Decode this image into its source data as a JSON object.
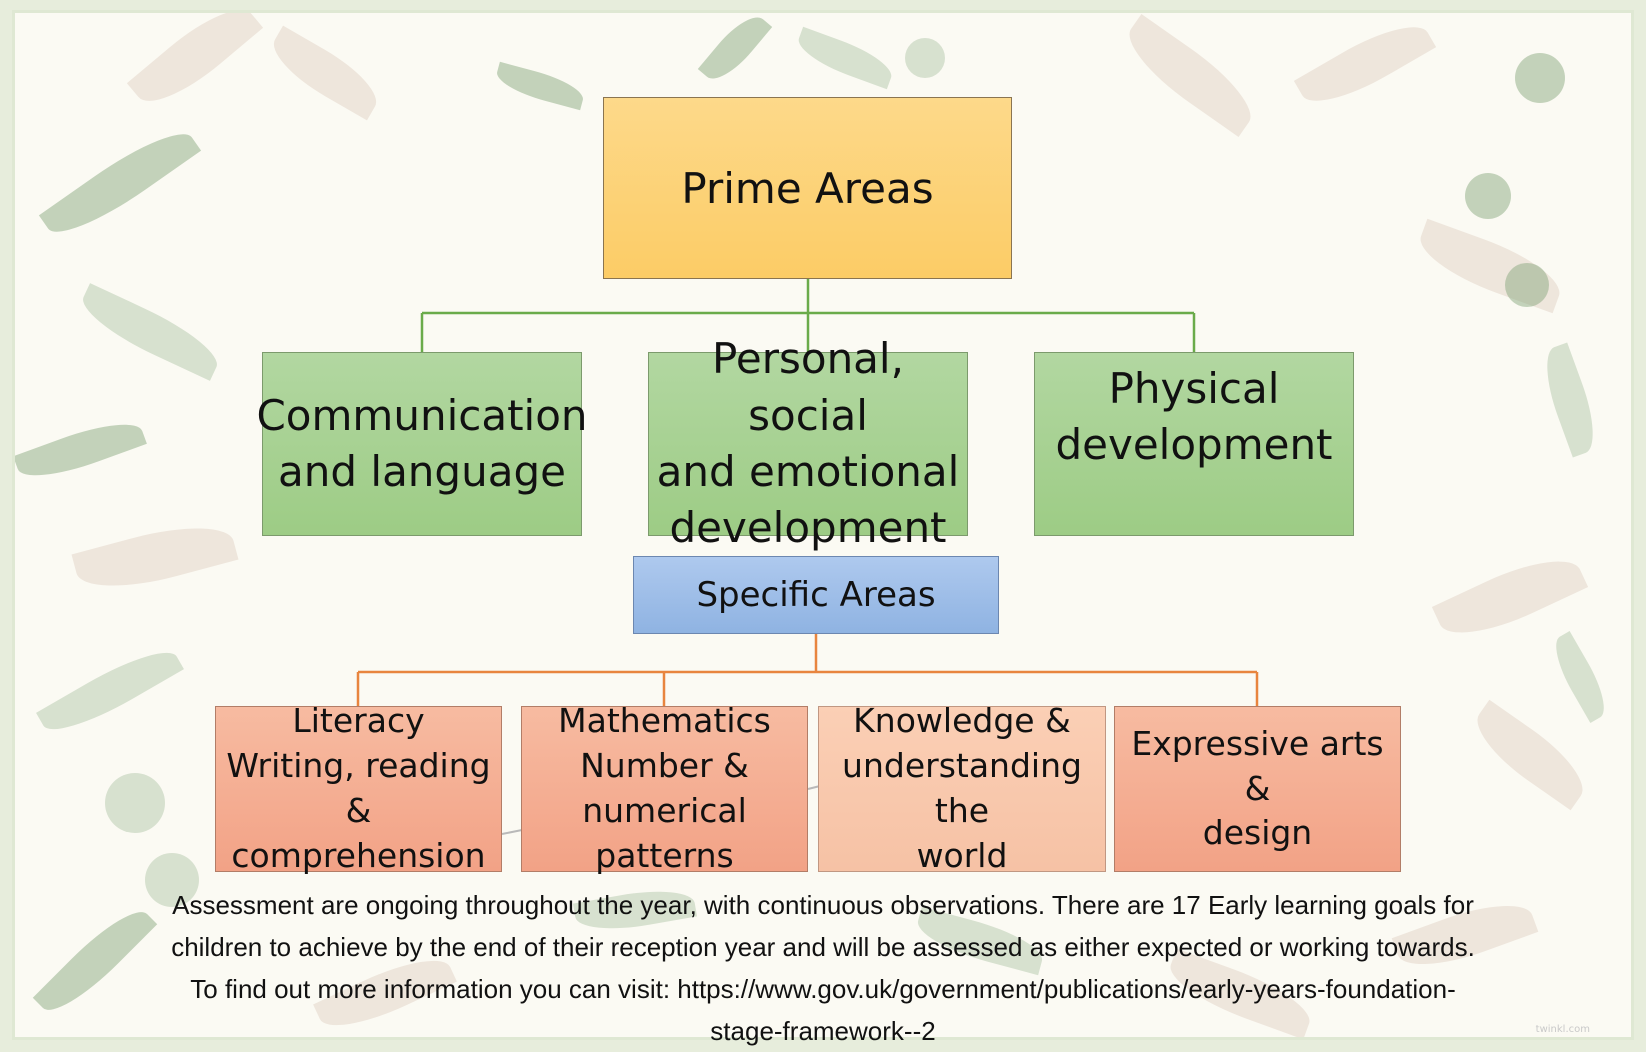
{
  "diagram": {
    "prime": {
      "title": "Prime Areas"
    },
    "prime_areas": [
      {
        "lines": [
          "Communication",
          "and language"
        ]
      },
      {
        "lines": [
          "Personal, social",
          "and emotional",
          "development"
        ]
      },
      {
        "lines": [
          "Physical",
          "development"
        ]
      }
    ],
    "specific": {
      "title": "Specific Areas"
    },
    "specific_areas": [
      {
        "lines": [
          "Literacy",
          "Writing, reading &",
          "comprehension"
        ]
      },
      {
        "lines": [
          "Mathematics",
          "Number &",
          "numerical patterns"
        ]
      },
      {
        "lines": [
          "Knowledge &",
          "understanding the",
          "world"
        ]
      },
      {
        "lines": [
          "Expressive arts &",
          "design"
        ]
      }
    ],
    "colors": {
      "prime_fill": "#fcd175",
      "prime_area_fill": "#a6d08f",
      "specific_fill": "#9dbde8",
      "specific_area_fill": "#f4ad92",
      "prime_connector": "#6aab4a",
      "specific_connector": "#e8853e"
    }
  },
  "footer": {
    "lines": [
      "Assessment are ongoing throughout the year, with continuous observations. There are 17 Early learning goals for",
      "children to achieve by the end of their reception year and will be assessed as either expected or working towards.",
      "To find out more information you can visit: https://www.gov.uk/government/publications/early-years-foundation-",
      "stage-framework--2"
    ]
  },
  "watermark": "twinkl.com"
}
